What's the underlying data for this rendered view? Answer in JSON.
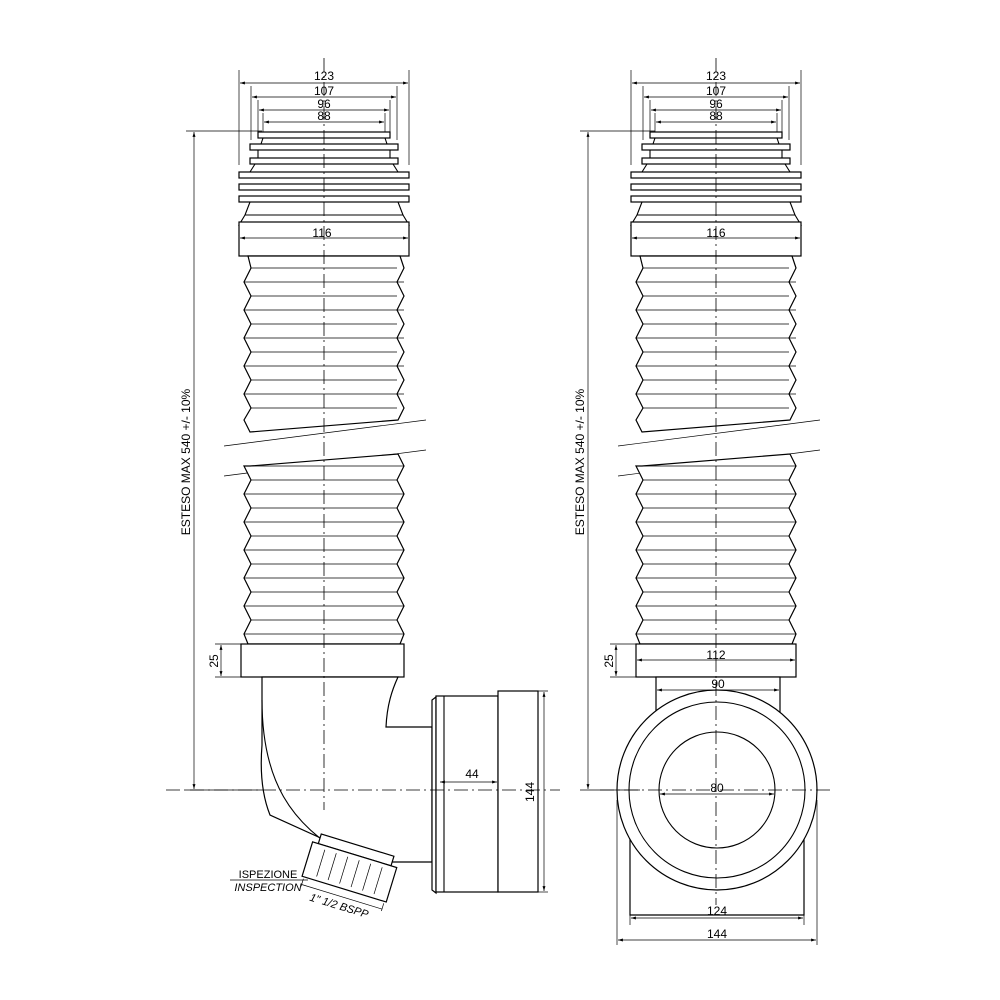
{
  "side_view": {
    "dim_top_1": "123",
    "dim_top_2": "107",
    "dim_top_3": "96",
    "dim_top_4": "88",
    "dim_collar": "116",
    "dim_length": "ESTESO MAX 540 +/- 10%",
    "dim_band": "25",
    "dim_outlet_depth": "44",
    "dim_outlet_height": "144",
    "inspection_label_it": "ISPEZIONE",
    "inspection_label_en": "INSPECTION",
    "thread_label": "1\" 1/2 BSPP"
  },
  "front_view": {
    "dim_top_1": "123",
    "dim_top_2": "107",
    "dim_top_3": "96",
    "dim_top_4": "88",
    "dim_collar": "116",
    "dim_length": "ESTESO MAX 540 +/- 10%",
    "dim_band": "25",
    "dim_band_width": "112",
    "dim_neck": "90",
    "dim_bore": "80",
    "dim_inner_width": "124",
    "dim_outer_width": "144"
  }
}
